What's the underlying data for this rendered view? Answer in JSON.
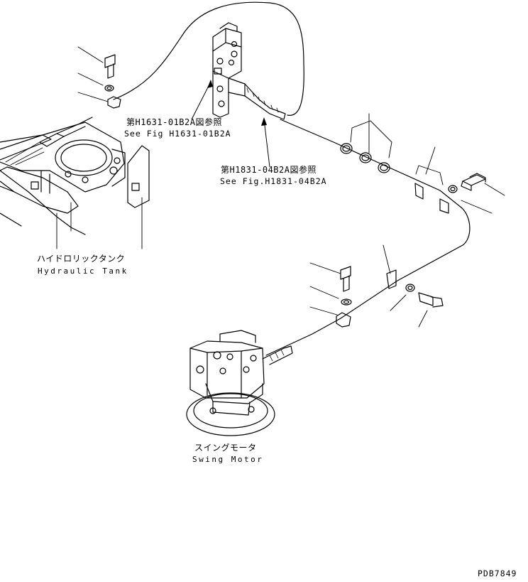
{
  "labels": {
    "ref_valve": {
      "jp": "第H1631-01B2A図参照",
      "en": "See Fig H1631-01B2A"
    },
    "ref_hose": {
      "jp": "第H1831-04B2A図参照",
      "en": "See Fig.H1831-04B2A"
    },
    "hydraulic_tank": {
      "jp": "ハイドロリックタンク",
      "en": "Hydraulic Tank"
    },
    "swing_motor": {
      "jp": "スイングモータ",
      "en": "Swing Motor"
    },
    "drawing_number": "PDB7849"
  },
  "colors": {
    "line": "#000000",
    "background": "#ffffff"
  }
}
